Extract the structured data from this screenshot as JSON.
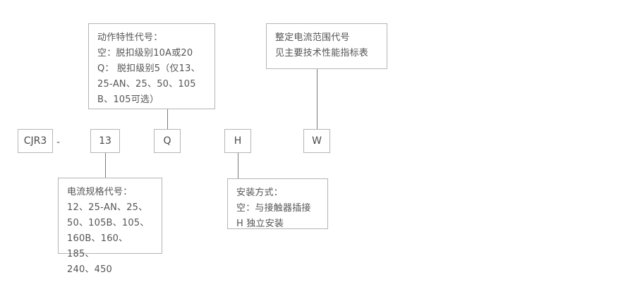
{
  "diagram": {
    "type": "model-code-breakdown",
    "model_example": "CJR3-13QHW",
    "code_boxes": [
      {
        "id": "series",
        "label": "CJR3"
      },
      {
        "id": "current-rating",
        "label": "13"
      },
      {
        "id": "trip-characteristic",
        "label": "Q"
      },
      {
        "id": "mounting",
        "label": "H"
      },
      {
        "id": "current-range",
        "label": "W"
      }
    ],
    "separator": "-",
    "callouts": [
      {
        "id": "trip-characteristic-note",
        "position": "top",
        "text": "动作特性代号：\n空：脱扣级别10A或20\nQ： 脱扣级别5（仅13、\n25-AN、25、50、105\nB、105可选）"
      },
      {
        "id": "current-range-note",
        "position": "top",
        "text": "整定电流范围代号\n见主要技术性能指标表"
      },
      {
        "id": "current-rating-note",
        "position": "bottom",
        "text": "电流规格代号：\n12、25-AN、25、\n50、105B、105、\n160B、160、185、\n240、450"
      },
      {
        "id": "mounting-note",
        "position": "bottom",
        "text": "安装方式：\n空：与接触器插接\nH   独立安装"
      }
    ],
    "colors": {
      "border": "#b5b5b5",
      "connector": "#7a7a7a",
      "text": "#555555",
      "background": "#ffffff"
    }
  }
}
